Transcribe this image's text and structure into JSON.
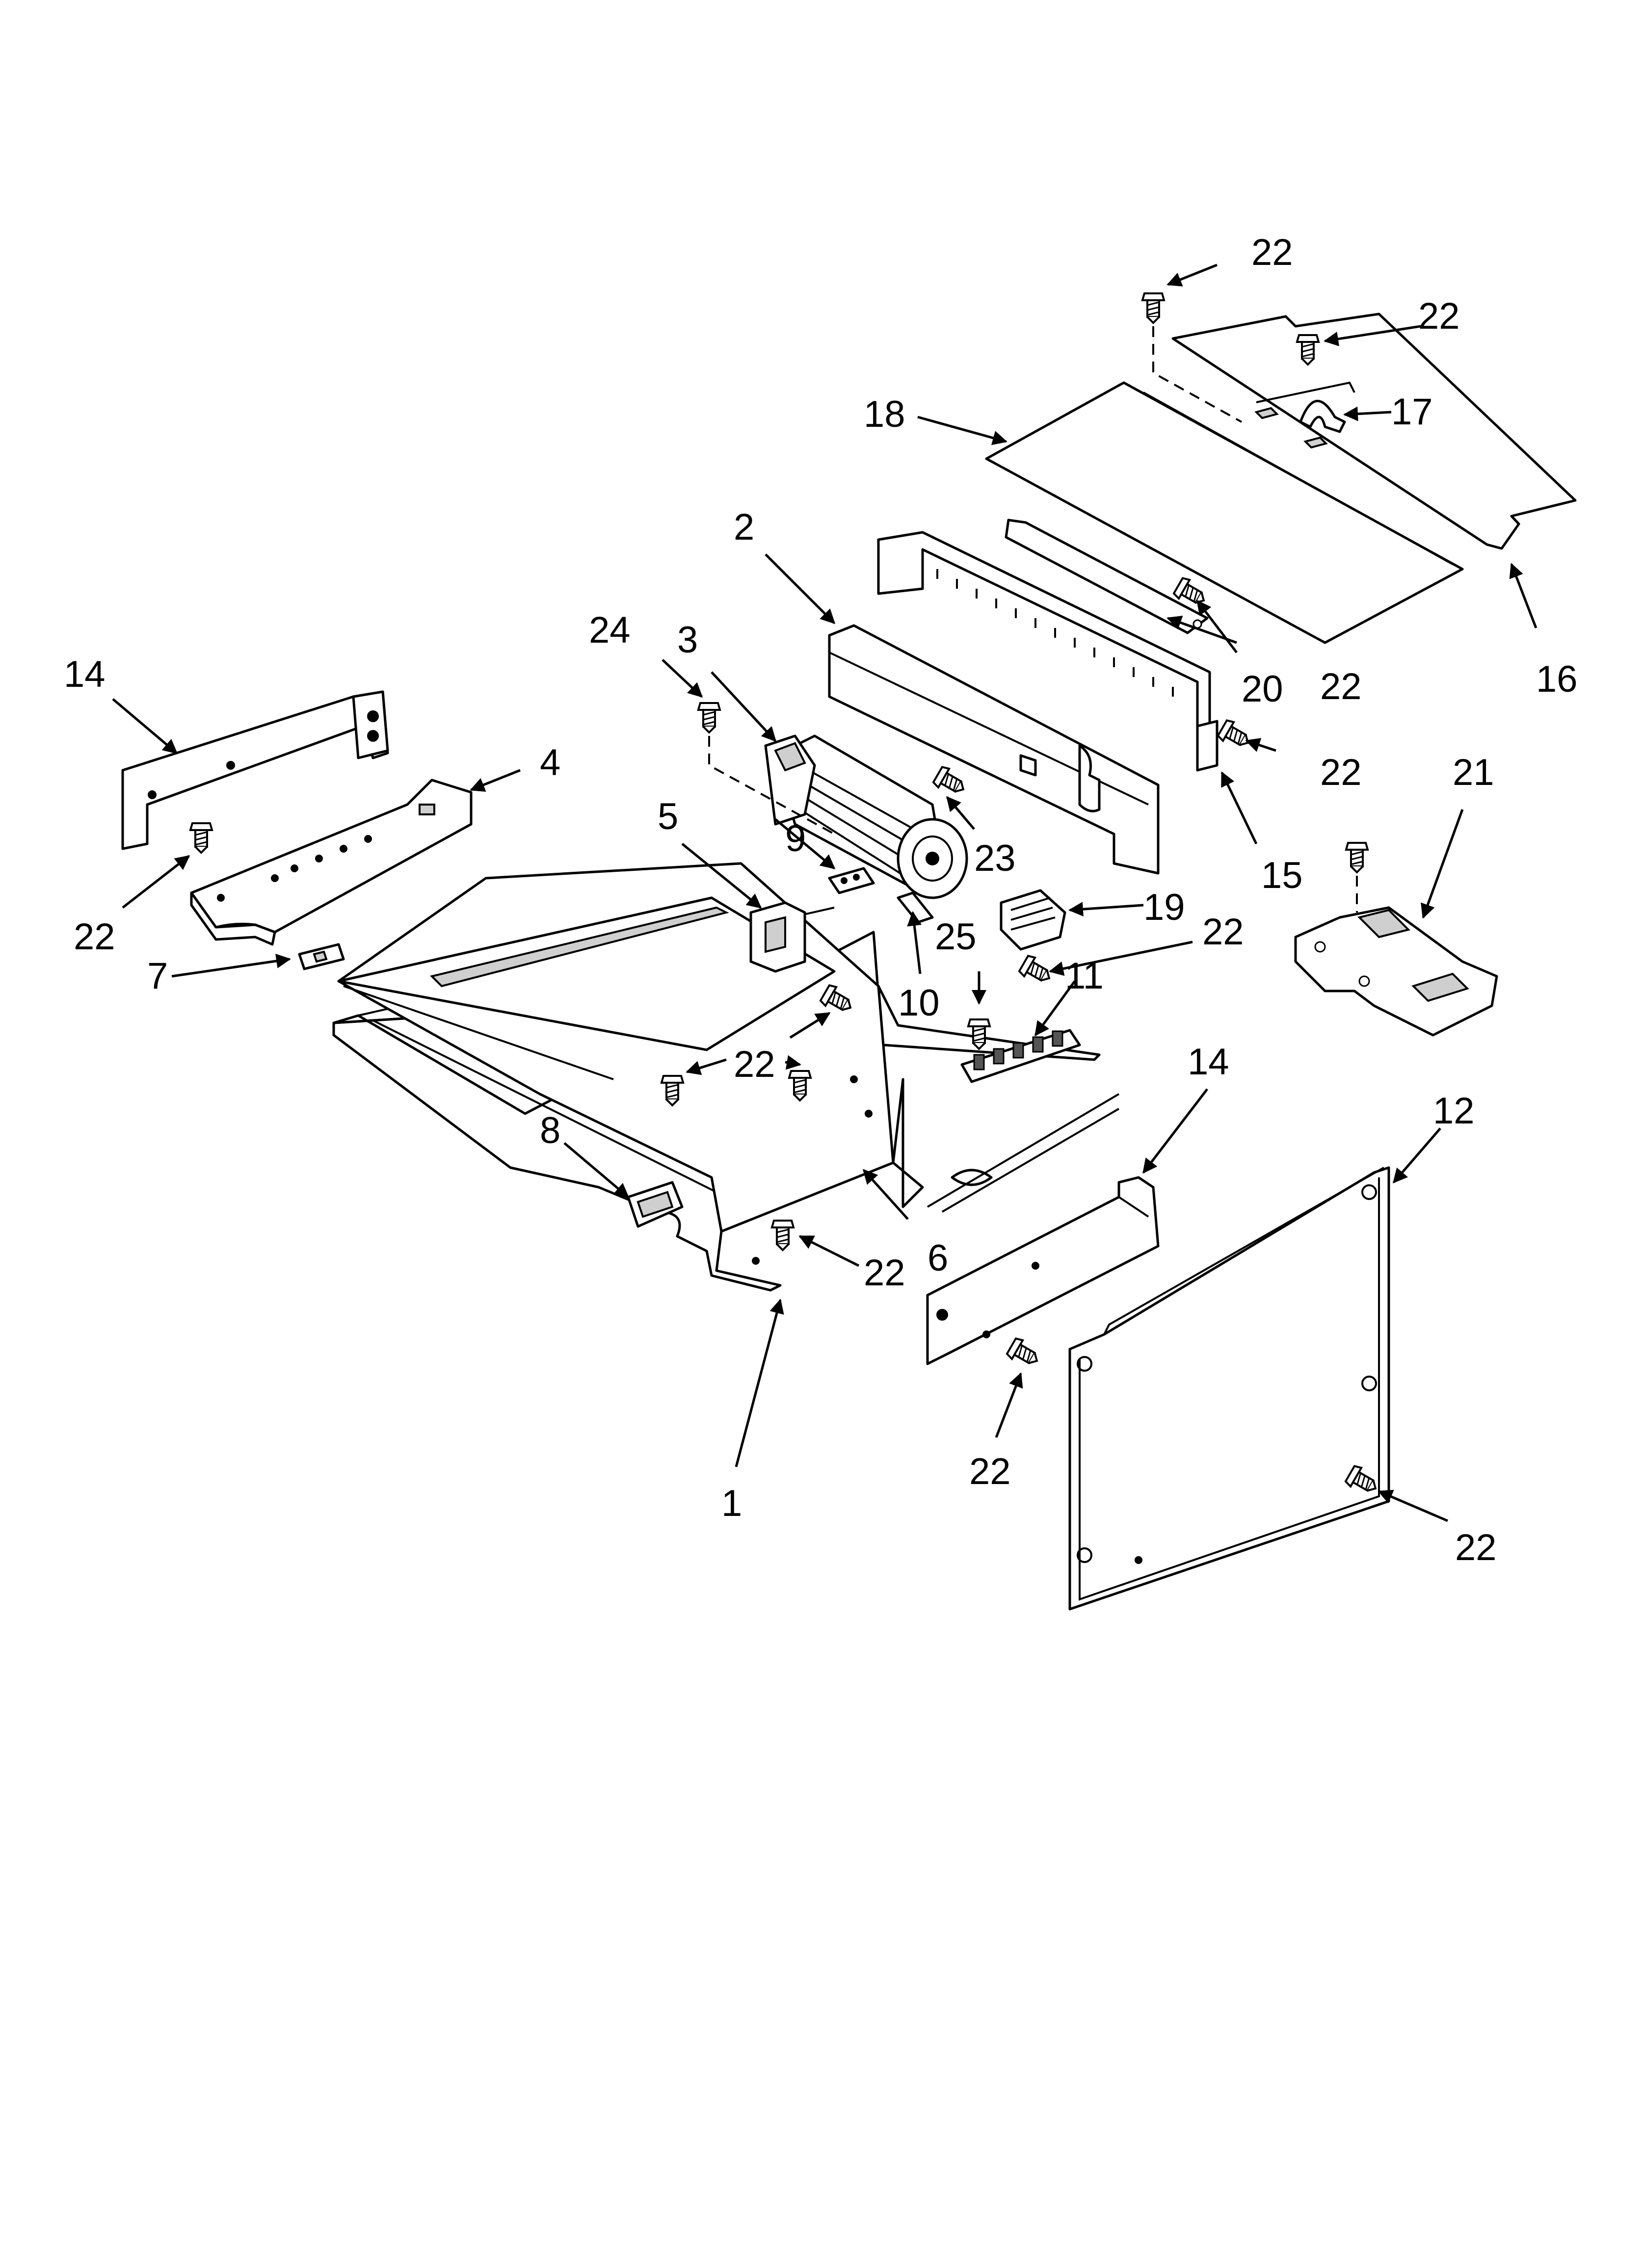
{
  "callouts": {
    "c1": "1",
    "c2": "2",
    "c3": "3",
    "c4": "4",
    "c5": "5",
    "c6": "6",
    "c7": "7",
    "c8": "8",
    "c9": "9",
    "c10": "10",
    "c11": "11",
    "c12": "12",
    "c14a": "14",
    "c14b": "14",
    "c15": "15",
    "c16": "16",
    "c17": "17",
    "c18": "18",
    "c19": "19",
    "c20": "20",
    "c21": "21",
    "c22": "22",
    "c23": "23",
    "c24": "24",
    "c25": "25"
  }
}
